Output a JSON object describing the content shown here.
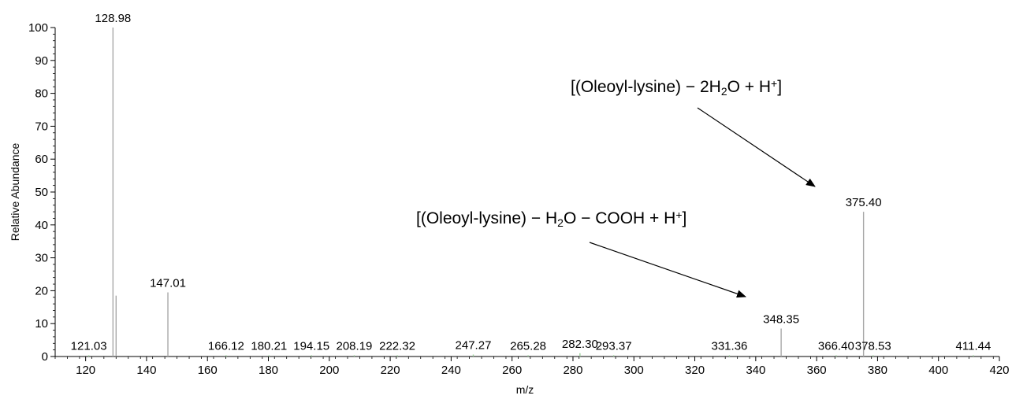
{
  "chart_data": {
    "type": "bar",
    "xlabel": "m/z",
    "ylabel": "Relative Abundance",
    "xlim": [
      110,
      420
    ],
    "ylim": [
      0,
      100
    ],
    "xticks": [
      120,
      140,
      160,
      180,
      200,
      220,
      240,
      260,
      280,
      300,
      320,
      340,
      360,
      380,
      400,
      420
    ],
    "yticks": [
      0,
      10,
      20,
      30,
      40,
      50,
      60,
      70,
      80,
      90,
      100
    ],
    "colors": {
      "bars": "#a8a8a8",
      "axis": "#000000",
      "minor_peaks": "#9ccf9c"
    },
    "peaks": [
      {
        "x": 121.03,
        "y": 0.4,
        "label": "121.03"
      },
      {
        "x": 128.98,
        "y": 100,
        "label": "128.98"
      },
      {
        "x": 130.0,
        "y": 18.5,
        "label": ""
      },
      {
        "x": 147.01,
        "y": 19.5,
        "label": "147.01"
      },
      {
        "x": 166.12,
        "y": 0.4,
        "label": "166.12"
      },
      {
        "x": 180.21,
        "y": 0.4,
        "label": "180.21"
      },
      {
        "x": 194.15,
        "y": 0.4,
        "label": "194.15"
      },
      {
        "x": 208.19,
        "y": 0.4,
        "label": "208.19"
      },
      {
        "x": 222.32,
        "y": 0.4,
        "label": "222.32"
      },
      {
        "x": 247.27,
        "y": 0.6,
        "label": "247.27"
      },
      {
        "x": 265.28,
        "y": 0.4,
        "label": "265.28"
      },
      {
        "x": 282.3,
        "y": 1.0,
        "label": "282.30"
      },
      {
        "x": 293.37,
        "y": 0.4,
        "label": "293.37"
      },
      {
        "x": 331.36,
        "y": 0.4,
        "label": "331.36"
      },
      {
        "x": 348.35,
        "y": 8.5,
        "label": "348.35"
      },
      {
        "x": 366.4,
        "y": 0.4,
        "label": "366.40"
      },
      {
        "x": 375.4,
        "y": 44,
        "label": "375.40"
      },
      {
        "x": 378.53,
        "y": 0.4,
        "label": "378.53"
      },
      {
        "x": 411.44,
        "y": 0.4,
        "label": "411.44"
      }
    ],
    "annotations": [
      {
        "name": "annotation-dehydration",
        "parts": [
          {
            "t": "[(Oleoyl-lysine) − 2H"
          },
          {
            "t": "2",
            "sub": true
          },
          {
            "t": "O + H"
          },
          {
            "t": "+",
            "sup": true
          },
          {
            "t": "]"
          }
        ],
        "points_to": 375.4
      },
      {
        "name": "annotation-decarboxylation",
        "parts": [
          {
            "t": "[(Oleoyl-lysine) − H"
          },
          {
            "t": "2",
            "sub": true
          },
          {
            "t": "O − COOH + H"
          },
          {
            "t": "+",
            "sup": true
          },
          {
            "t": "]"
          }
        ],
        "points_to": 348.35
      }
    ]
  }
}
